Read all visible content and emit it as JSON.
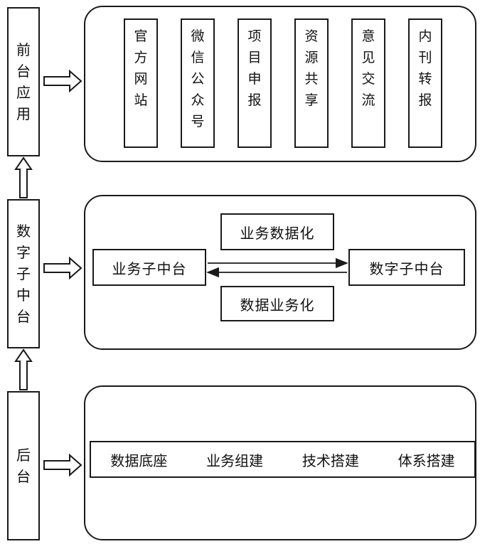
{
  "layers": {
    "front": "前台应用",
    "middle": "数字子中台",
    "back": "后台"
  },
  "front_items": [
    "官方网站",
    "微信公众号",
    "项目申报",
    "资源共享",
    "意见交流",
    "内刊转报"
  ],
  "middle": {
    "left_box": "业务子中台",
    "right_box": "数字子中台",
    "top_flow": "业务数据化",
    "bottom_flow": "数据业务化"
  },
  "back_items": [
    "数据底座",
    "业务组建",
    "技术搭建",
    "体系搭建"
  ]
}
